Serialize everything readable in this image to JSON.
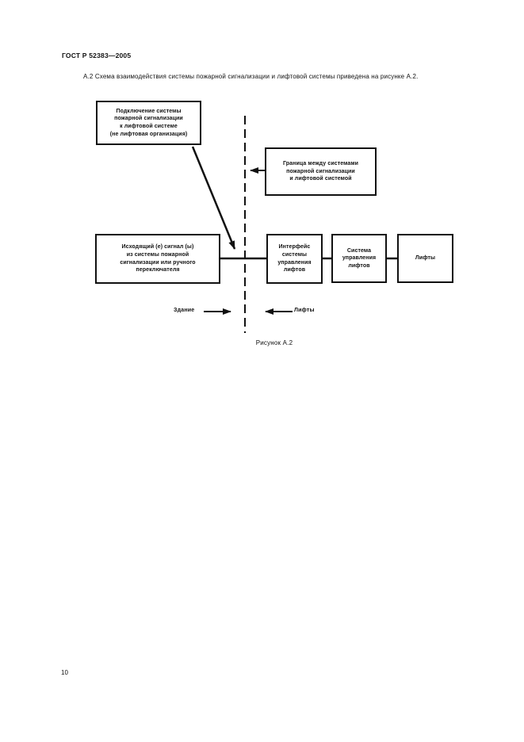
{
  "doc": {
    "header": "ГОСТ Р 52383—2005",
    "clause": "А.2  Схема взаимодействия системы пожарной сигнализации и лифтовой системы приведена на рисунке А.2.",
    "page_number": "10"
  },
  "diagram": {
    "caption": "Рисунок А.2",
    "boxes": {
      "connection": "Подключение системы\nпожарной сигнализации\nк лифтовой системе\n(не лифтовая организация)",
      "boundary": "Граница между системами\nпожарной сигнализации\nи лифтовой системой",
      "signal": "Исходящий (е) сигнал (ы)\nиз системы пожарной\nсигнализации или ручного\nпереключателя",
      "interface": "Интерфейс\nсистемы\nуправления\nлифтов",
      "control": "Система\nуправления\nлифтов",
      "lifts": "Лифты"
    },
    "labels": {
      "building": "Здание",
      "lifts": "Лифты"
    },
    "line_color": "#111111"
  }
}
